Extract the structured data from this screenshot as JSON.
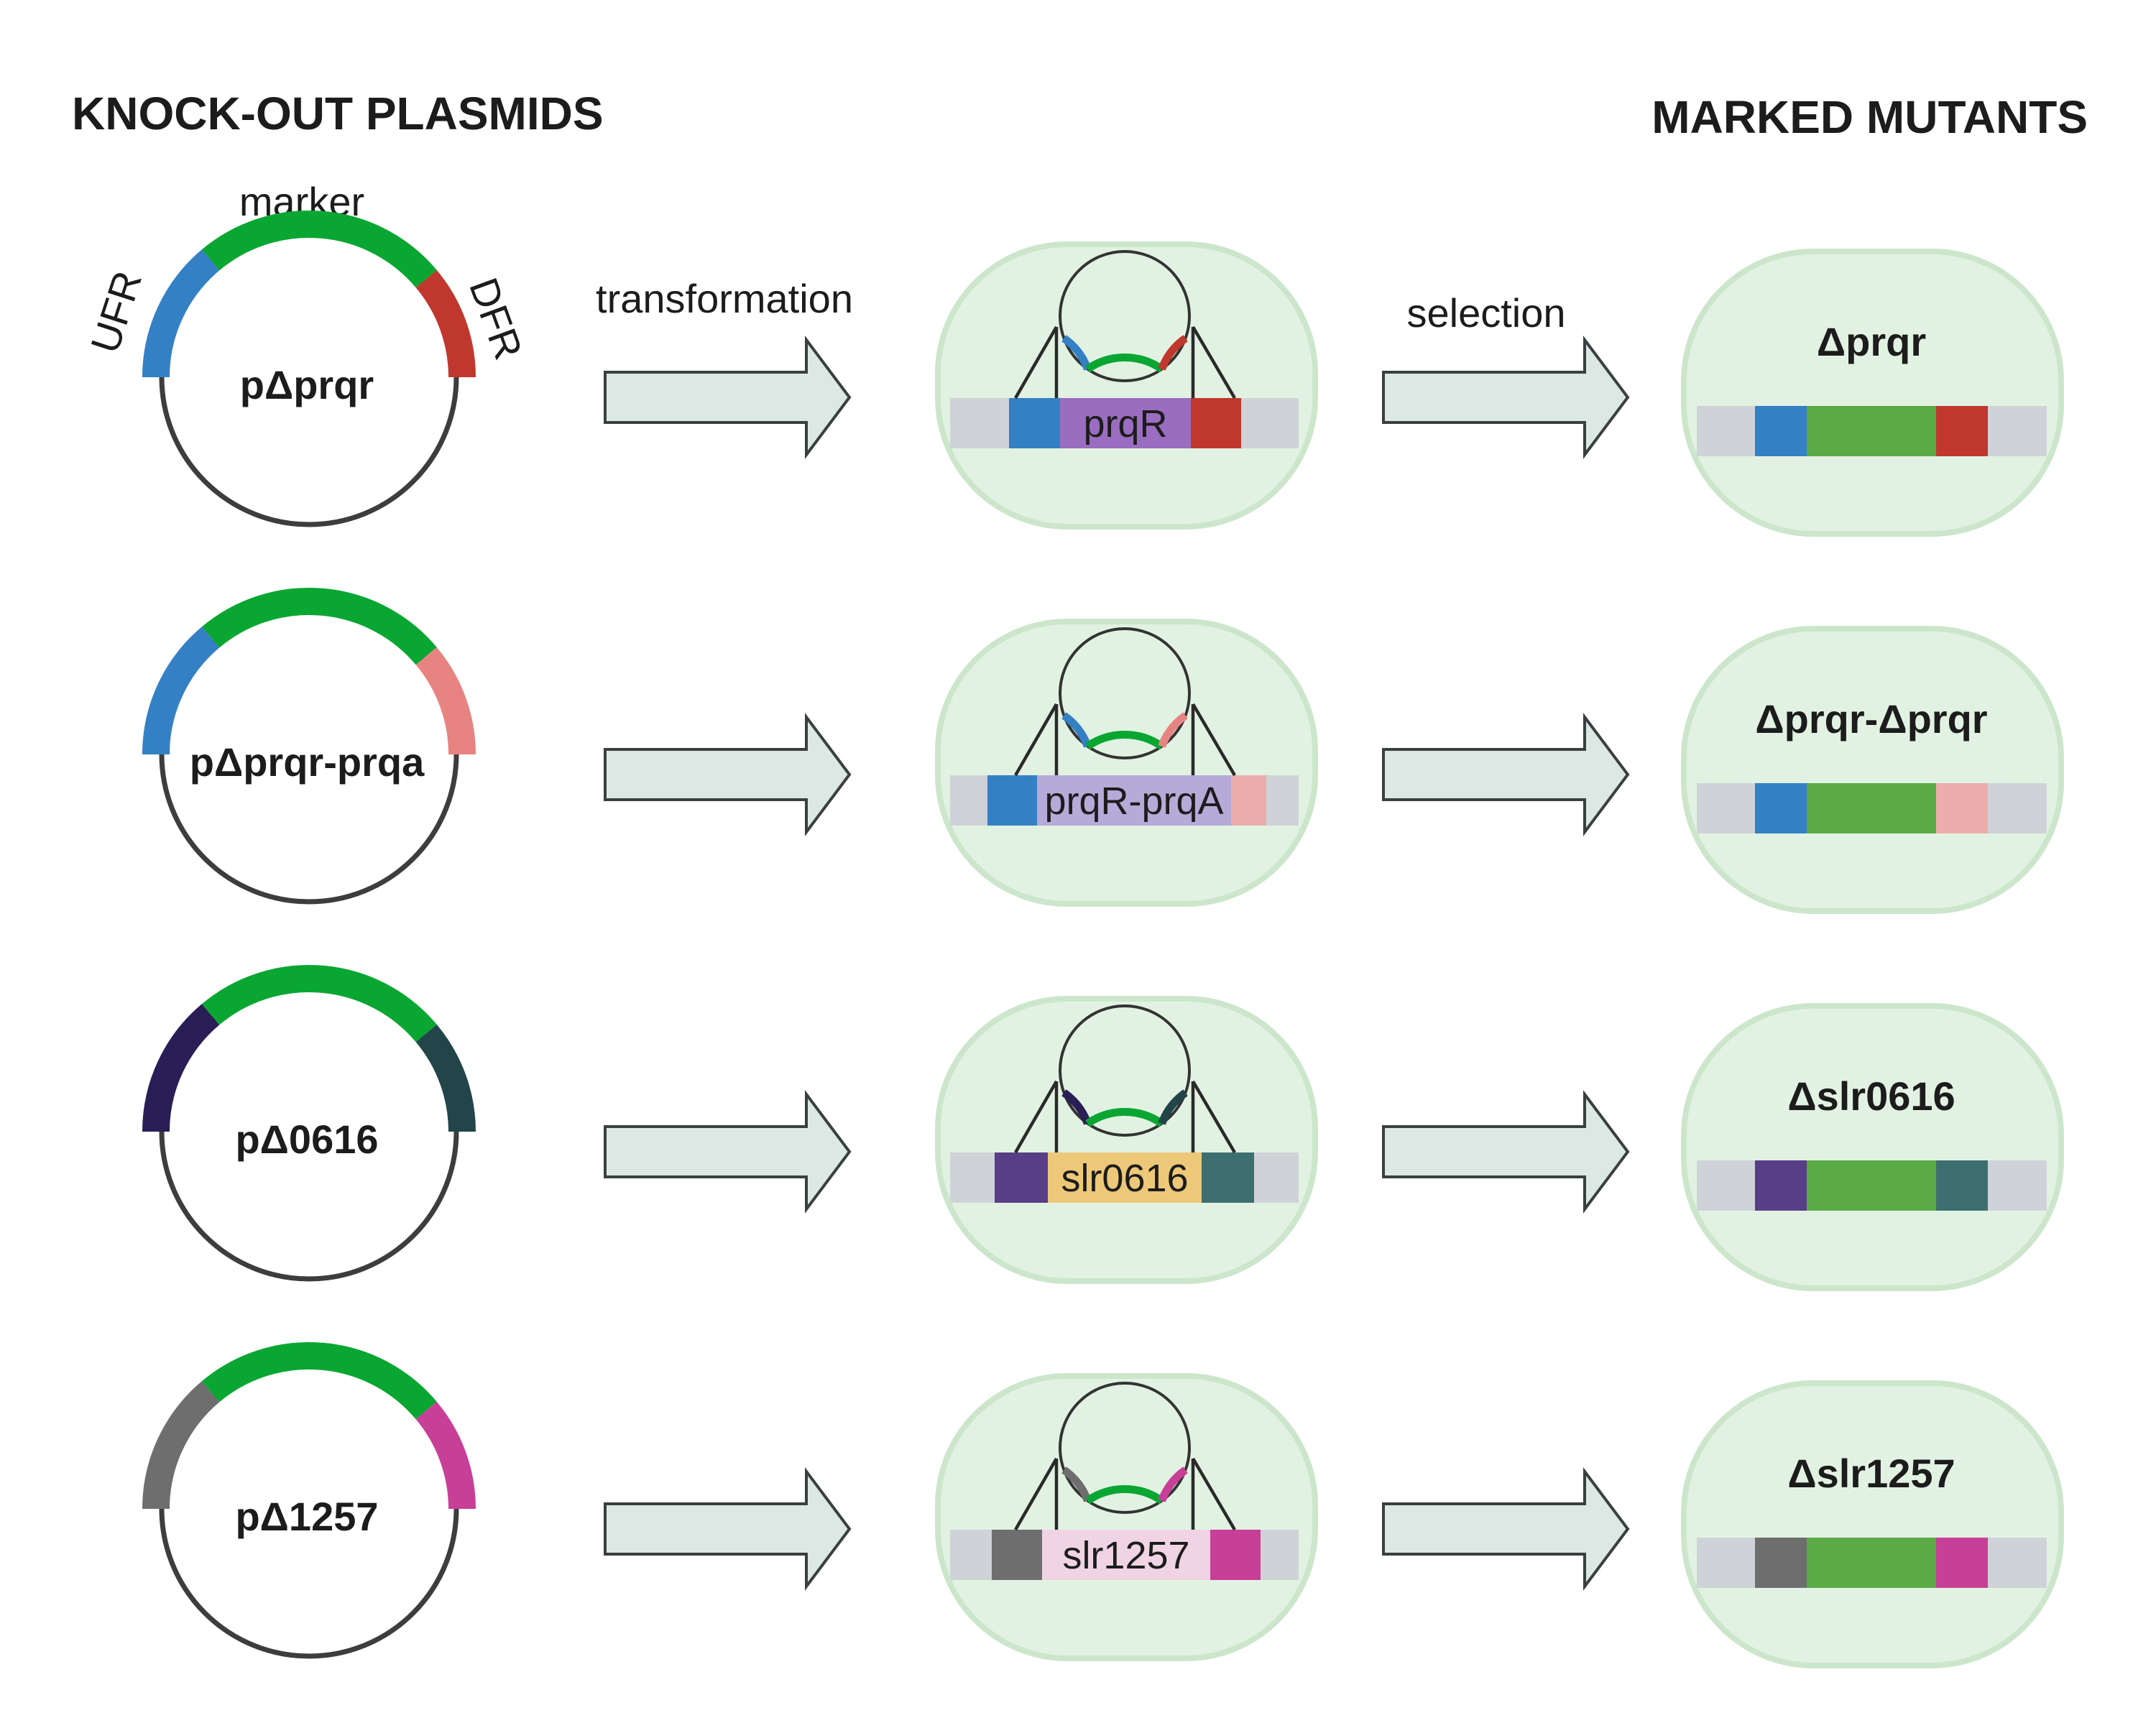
{
  "headers": {
    "left": "KNOCK-OUT PLASMIDS",
    "right": "MARKED MUTANTS"
  },
  "labels": {
    "marker": "marker",
    "ufr": "UFR",
    "dfr": "DFR",
    "transformation": "transformation",
    "selection": "selection"
  },
  "colors": {
    "marker": "#0aa632",
    "marker_chrom": "#5aaa46",
    "chrom_gray": "#cfd3d8",
    "cell_fill": "#e2f2e2",
    "cell_stroke": "#cce6cc",
    "arrow_fill": "#dbe8e4",
    "arrow_stroke": "#3a3f3f"
  },
  "rows": [
    {
      "plasmid_name": "pΔprqr",
      "gene_label": "prqR",
      "mutant_name": "Δprqr",
      "ufr_color": "#3480c4",
      "dfr_color": "#c0382d",
      "gene_color": "#9a6dc0"
    },
    {
      "plasmid_name": "pΔprqr-prqa",
      "gene_label": "prqR-prqA",
      "mutant_name": "Δprqr-Δprqr",
      "ufr_color": "#3480c4",
      "dfr_color": "#e78482",
      "dfr_chrom_color": "#edadac",
      "gene_color": "#b6aad8"
    },
    {
      "plasmid_name": "pΔ0616",
      "gene_label": "slr0616",
      "mutant_name": "Δslr0616",
      "ufr_color": "#2a1e56",
      "dfr_color": "#22454a",
      "ufr_chrom_color": "#573e86",
      "dfr_chrom_color": "#3e6f70",
      "gene_color": "#edc878"
    },
    {
      "plasmid_name": "pΔ1257",
      "gene_label": "slr1257",
      "mutant_name": "Δslr1257",
      "ufr_color": "#6e6e6e",
      "dfr_color": "#c83f98",
      "gene_color": "#f0d4e4"
    }
  ]
}
